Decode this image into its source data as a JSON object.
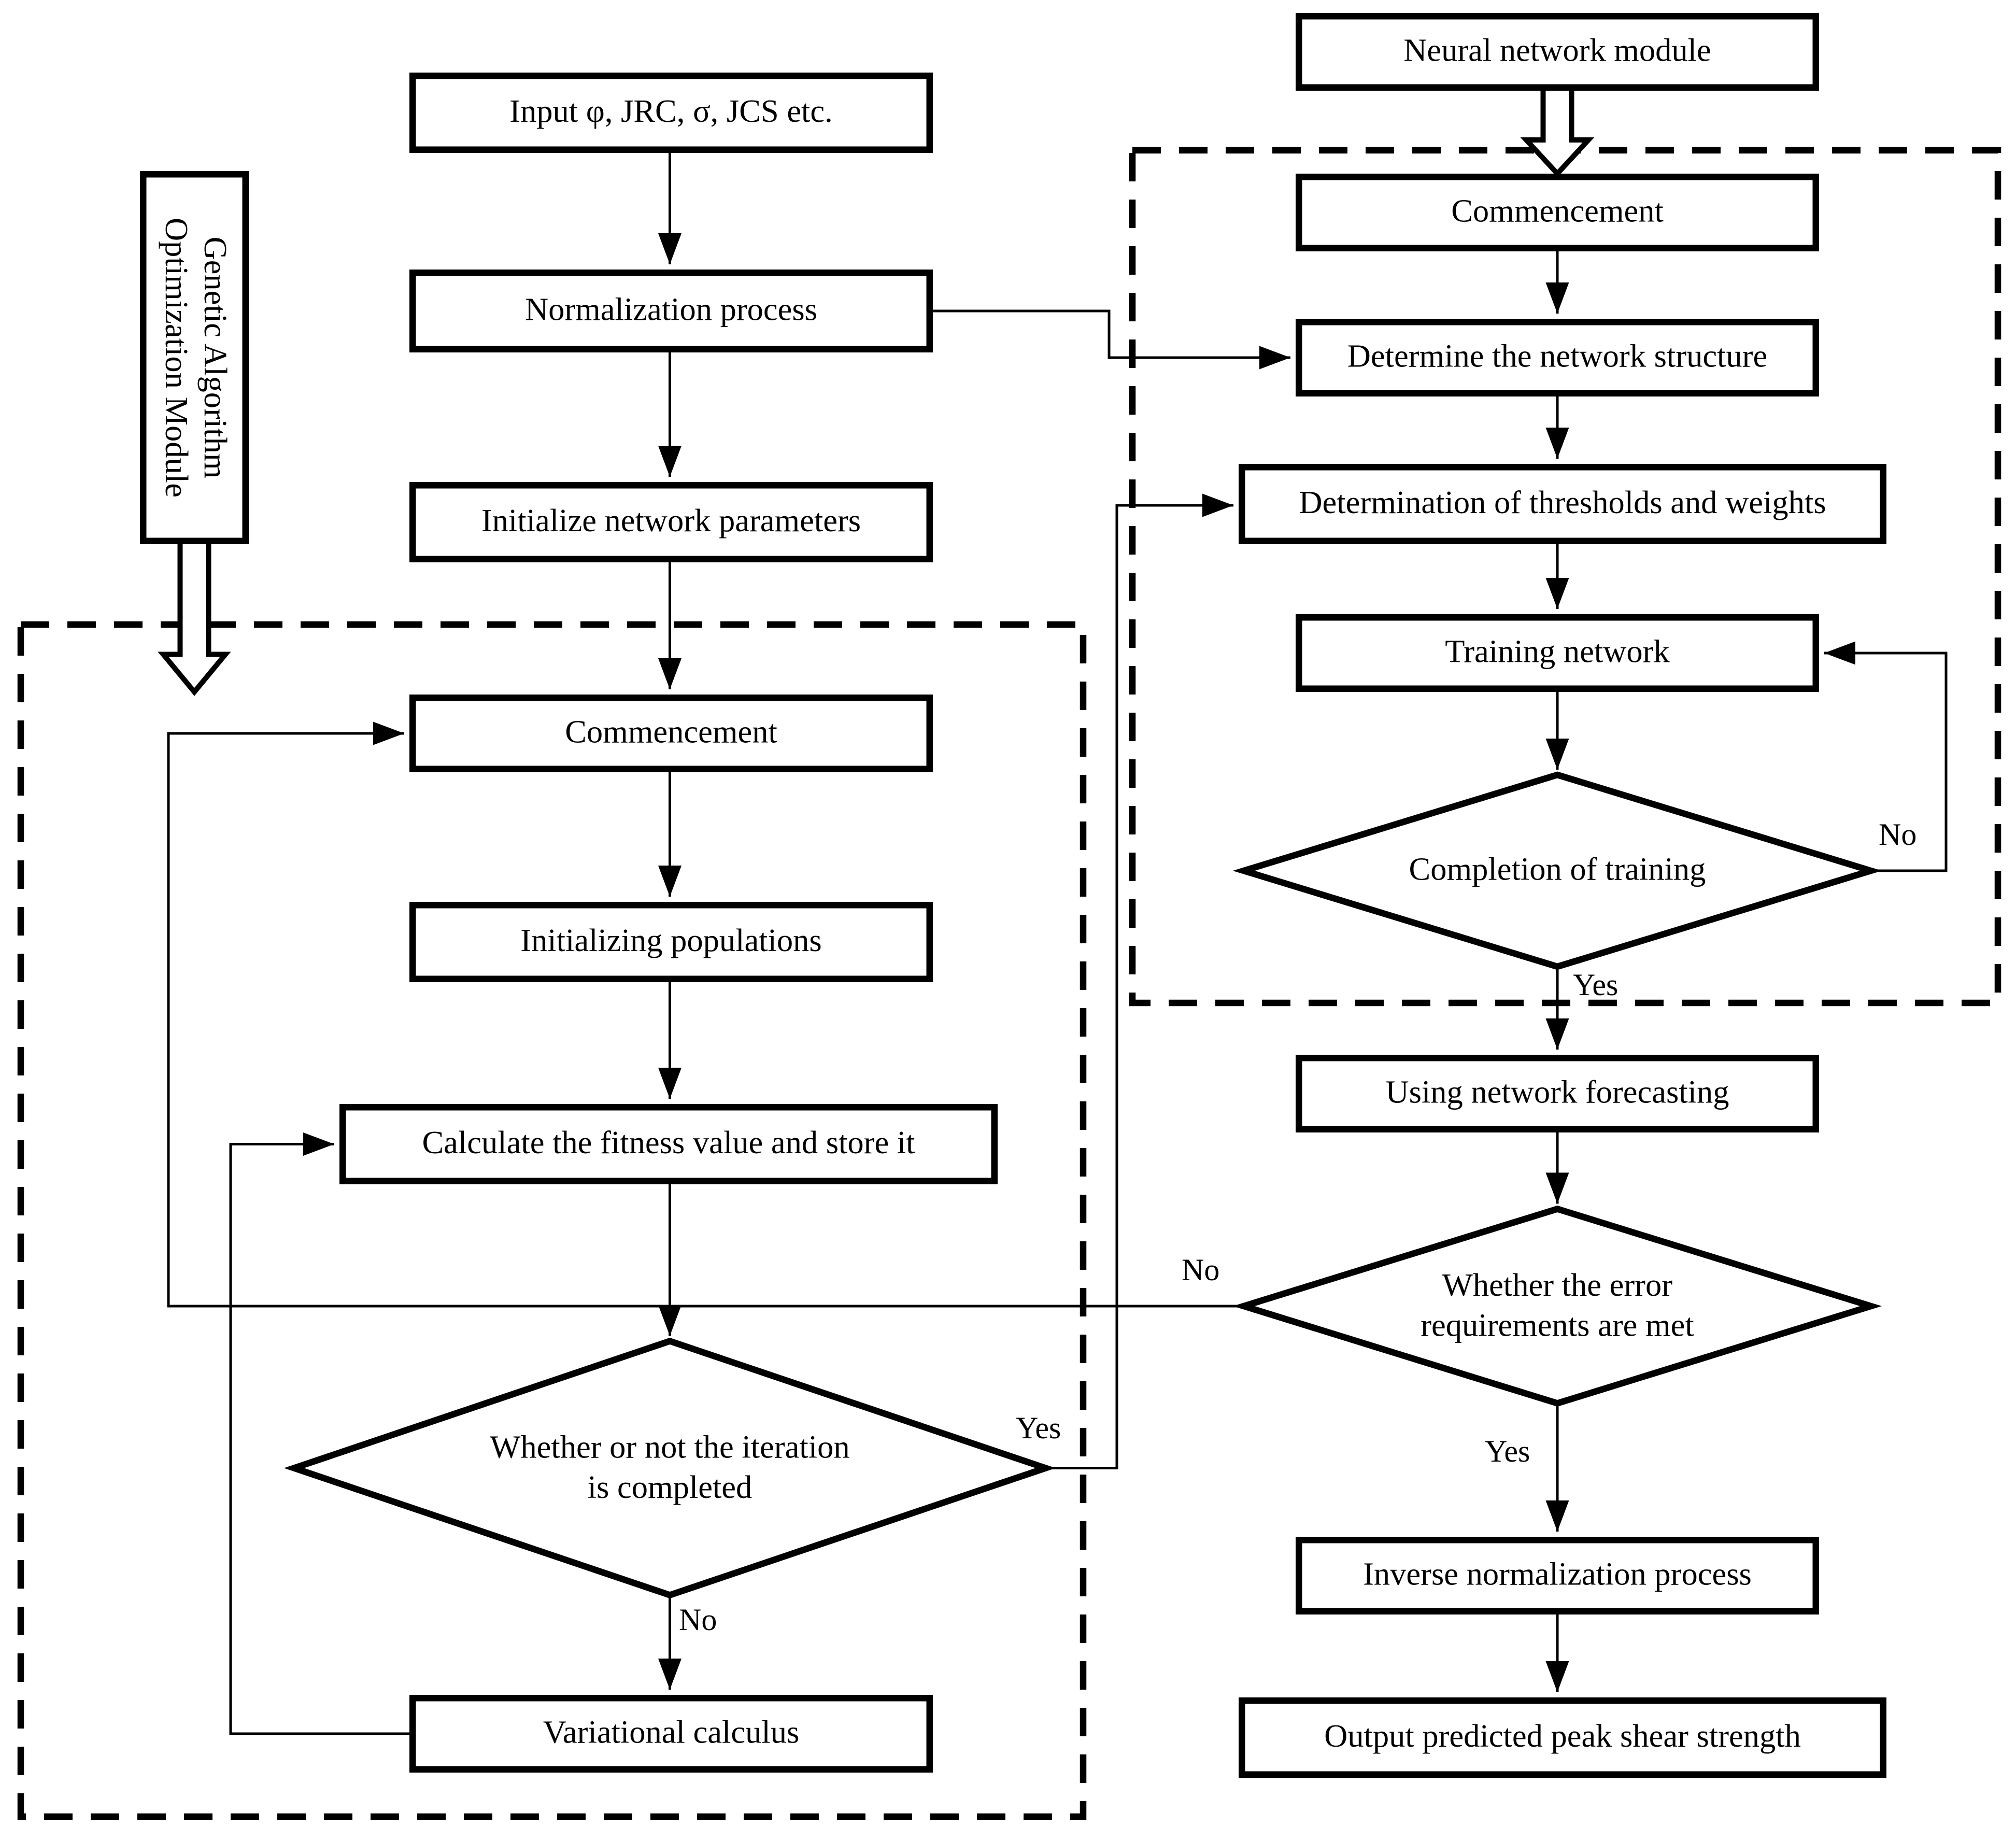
{
  "nodes": {
    "input": "Input φ, JRC,  σ, JCS  etc.",
    "normalization": "Normalization process",
    "initialize_parameters": "Initialize network parameters",
    "ga_module_title": "Genetic Algorithm\nOptimization Module",
    "ga_commencement": "Commencement",
    "initializing_populations": "Initializing populations",
    "calculate_fitness": "Calculate the fitness value and store it",
    "iteration_decision": "Whether or not the iteration\nis completed",
    "variational_calculus": "Variational calculus",
    "nn_module_title": "Neural network module",
    "nn_commencement": "Commencement",
    "determine_structure": "Determine the network structure",
    "determine_thresholds": "Determination of thresholds and weights",
    "training_network": "Training network",
    "completion_decision": "Completion of training",
    "network_forecasting": "Using network forecasting",
    "error_decision": "Whether the error\nrequirements are met",
    "inverse_normalization": "Inverse normalization process",
    "output_result": "Output predicted peak shear strength"
  },
  "edge_labels": {
    "iteration_no": "No",
    "iteration_yes": "Yes",
    "completion_no": "No",
    "completion_yes": "Yes",
    "error_no": "No",
    "error_yes": "Yes"
  },
  "colors": {
    "line": "#000000",
    "background": "#ffffff"
  }
}
